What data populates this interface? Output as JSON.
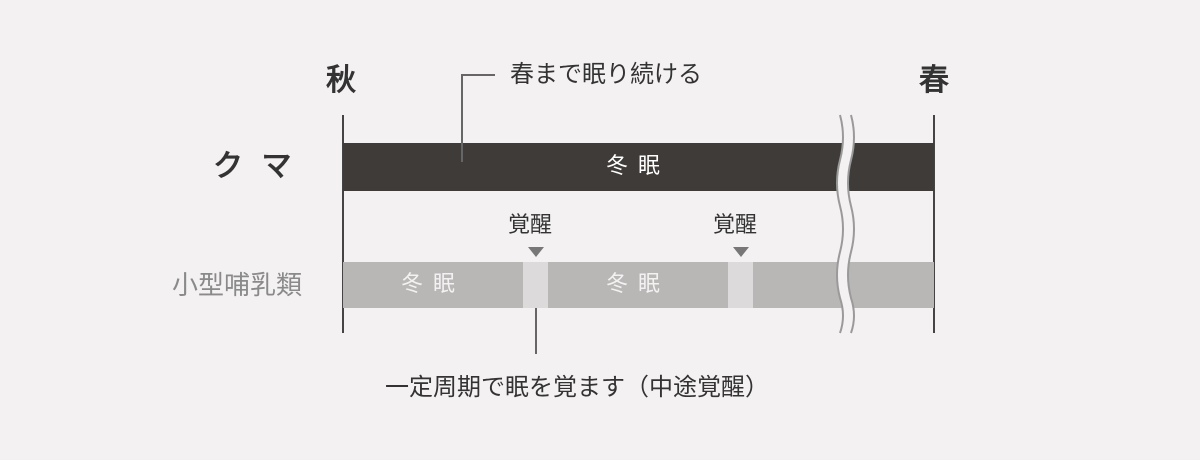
{
  "seasons": {
    "start": "秋",
    "end": "春"
  },
  "bear": {
    "label": "ク マ",
    "bar_text": "冬眠",
    "note": "春まで眠り続ける"
  },
  "small_mammals": {
    "label": "小型哺乳類",
    "segments": [
      {
        "text": "冬眠"
      },
      {
        "text": "冬眠"
      }
    ],
    "wake_label": "覚醒",
    "wake_labels": [
      "覚醒",
      "覚醒"
    ],
    "note": "一定周期で眠を覚ます（中途覚醒）"
  },
  "colors": {
    "background": "#f3f1f1",
    "bear_bar": "#3f3b39",
    "small_bar": "#b9b7b6",
    "wake_gap": "#dcdada",
    "axis_line": "#444444"
  }
}
